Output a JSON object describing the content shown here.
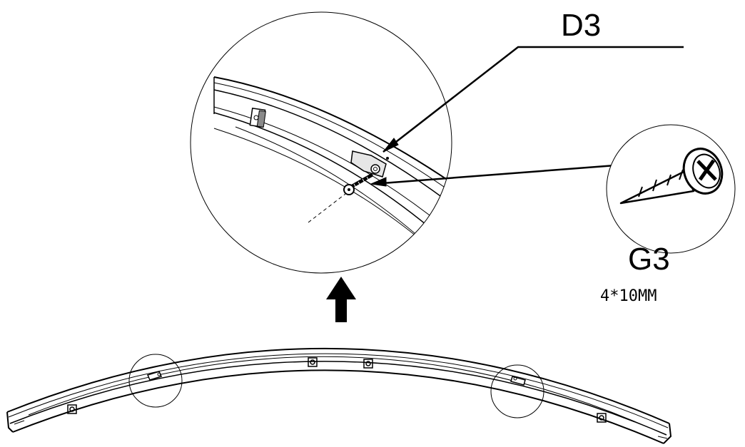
{
  "labels": {
    "part_bracket": "D3",
    "part_screw": "G3",
    "screw_size": "4*10MM"
  },
  "colors": {
    "stroke": "#000000",
    "background": "#ffffff",
    "bracket_fill": "#e6e6e6",
    "block_fill": "#8a8a8a"
  },
  "icons": [
    "arrow-up-icon",
    "screw-icon",
    "bracket-icon"
  ]
}
